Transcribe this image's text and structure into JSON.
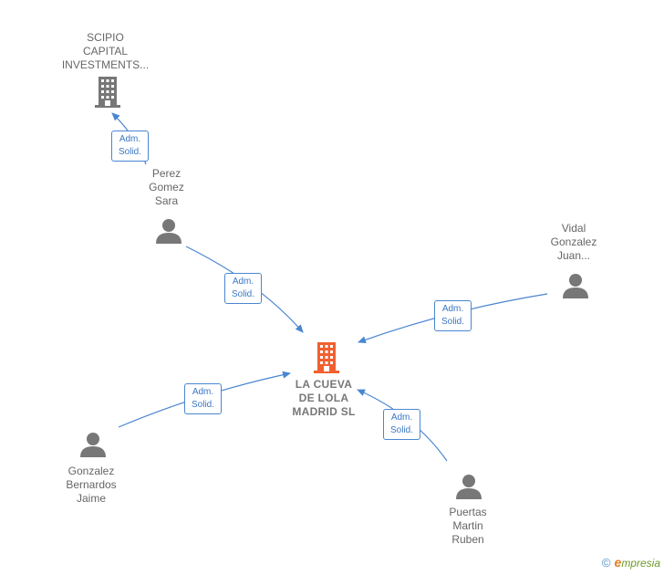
{
  "center": {
    "name": "LA CUEVA\nDE LOLA\nMADRID  SL",
    "color": "#f06030"
  },
  "nodes": {
    "scipio": {
      "name": "SCIPIO\nCAPITAL\nINVESTMENTS...",
      "kind": "company"
    },
    "perez": {
      "name": "Perez\nGomez\nSara",
      "kind": "person"
    },
    "vidal": {
      "name": "Vidal\nGonzalez\nJuan...",
      "kind": "person"
    },
    "gonzalez": {
      "name": "Gonzalez\nBernardos\nJaime",
      "kind": "person"
    },
    "puertas": {
      "name": "Puertas\nMartin\nRuben",
      "kind": "person"
    }
  },
  "roles": {
    "r1": "Adm.\nSolid.",
    "r2": "Adm.\nSolid.",
    "r3": "Adm.\nSolid.",
    "r4": "Adm.\nSolid.",
    "r5": "Adm.\nSolid."
  },
  "colors": {
    "link": "#4a86d0",
    "icon": "#777777",
    "text": "#666666"
  },
  "brand": {
    "copyright": "©",
    "initial": "e",
    "rest": "mpresia"
  }
}
